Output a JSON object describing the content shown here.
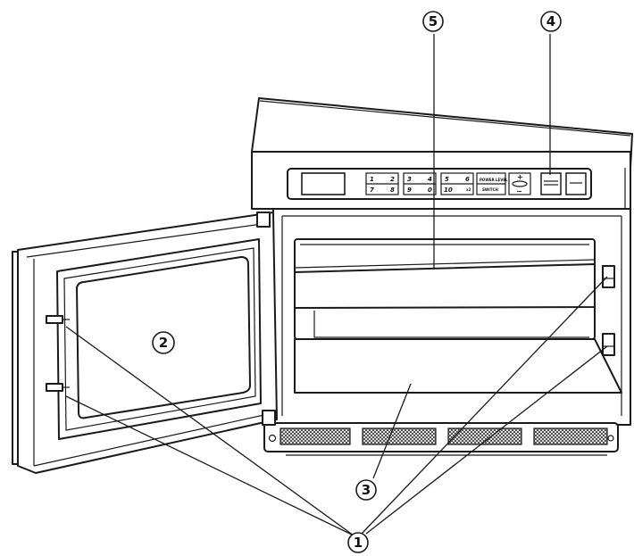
{
  "callouts": [
    {
      "id": "1",
      "label": "1"
    },
    {
      "id": "2",
      "label": "2"
    },
    {
      "id": "3",
      "label": "3"
    },
    {
      "id": "4",
      "label": "4"
    },
    {
      "id": "5",
      "label": "5"
    }
  ],
  "keypad": {
    "keys": [
      "1",
      "2",
      "3",
      "4",
      "5",
      "6",
      "7",
      "8",
      "9",
      "0",
      "10"
    ],
    "power_level_label": "POWER LEVEL",
    "x2_label": "x2",
    "switch_label": "SWITCH",
    "plus_label": "+",
    "minus_label": "−"
  }
}
